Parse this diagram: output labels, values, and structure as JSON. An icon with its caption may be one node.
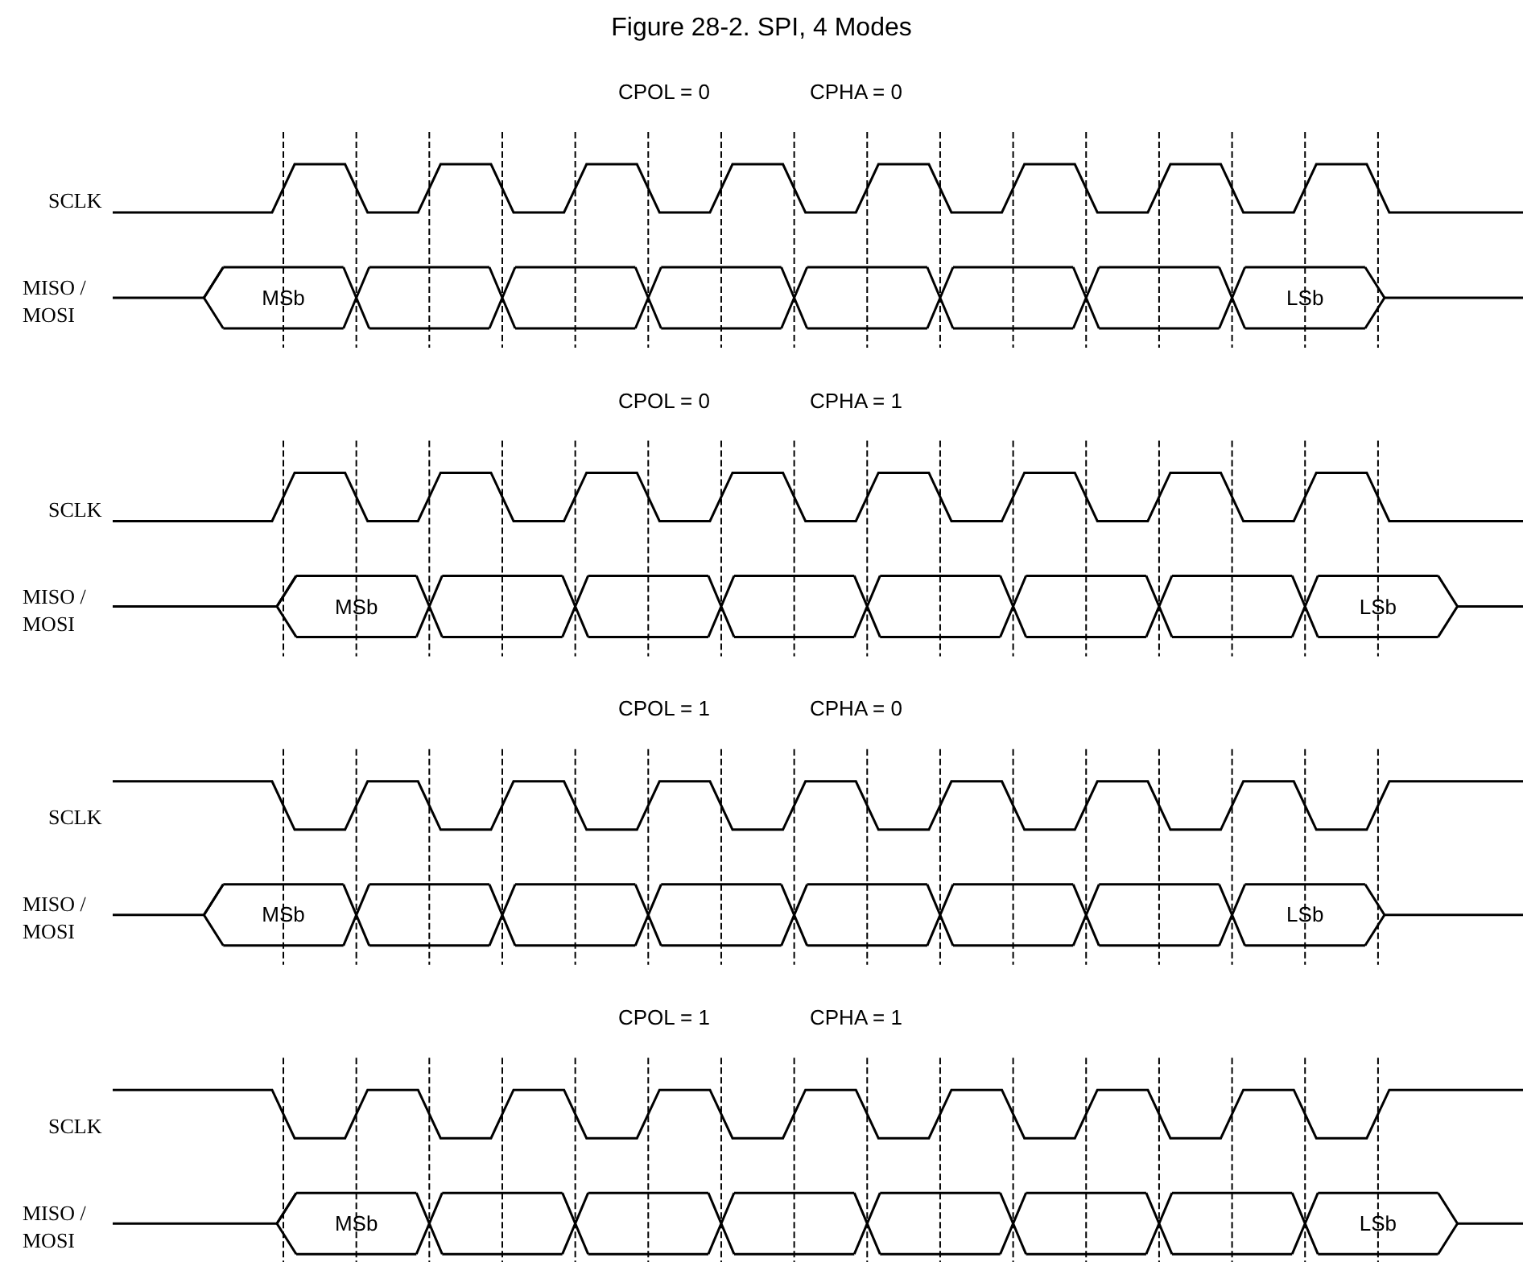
{
  "diagram": {
    "title": "Figure 28-2.  SPI, 4 Modes",
    "labels": [
      "CPOL = 0",
      "CPHA = 0",
      "SCLK",
      "MISO / MOSI",
      "MSb",
      "LSb",
      "CPOL = 0",
      "CPHA = 1",
      "SCLK",
      "MISO / MOSI",
      "MSb",
      "LSb",
      "CPOL = 1",
      "CPHA = 0",
      "SCLK",
      "MISO / MOSI",
      "MSb",
      "LSb",
      "CPOL = 1",
      "CPHA = 1",
      "SCLK",
      "MISO / MOSI",
      "MSb",
      "LSb"
    ]
  }
}
